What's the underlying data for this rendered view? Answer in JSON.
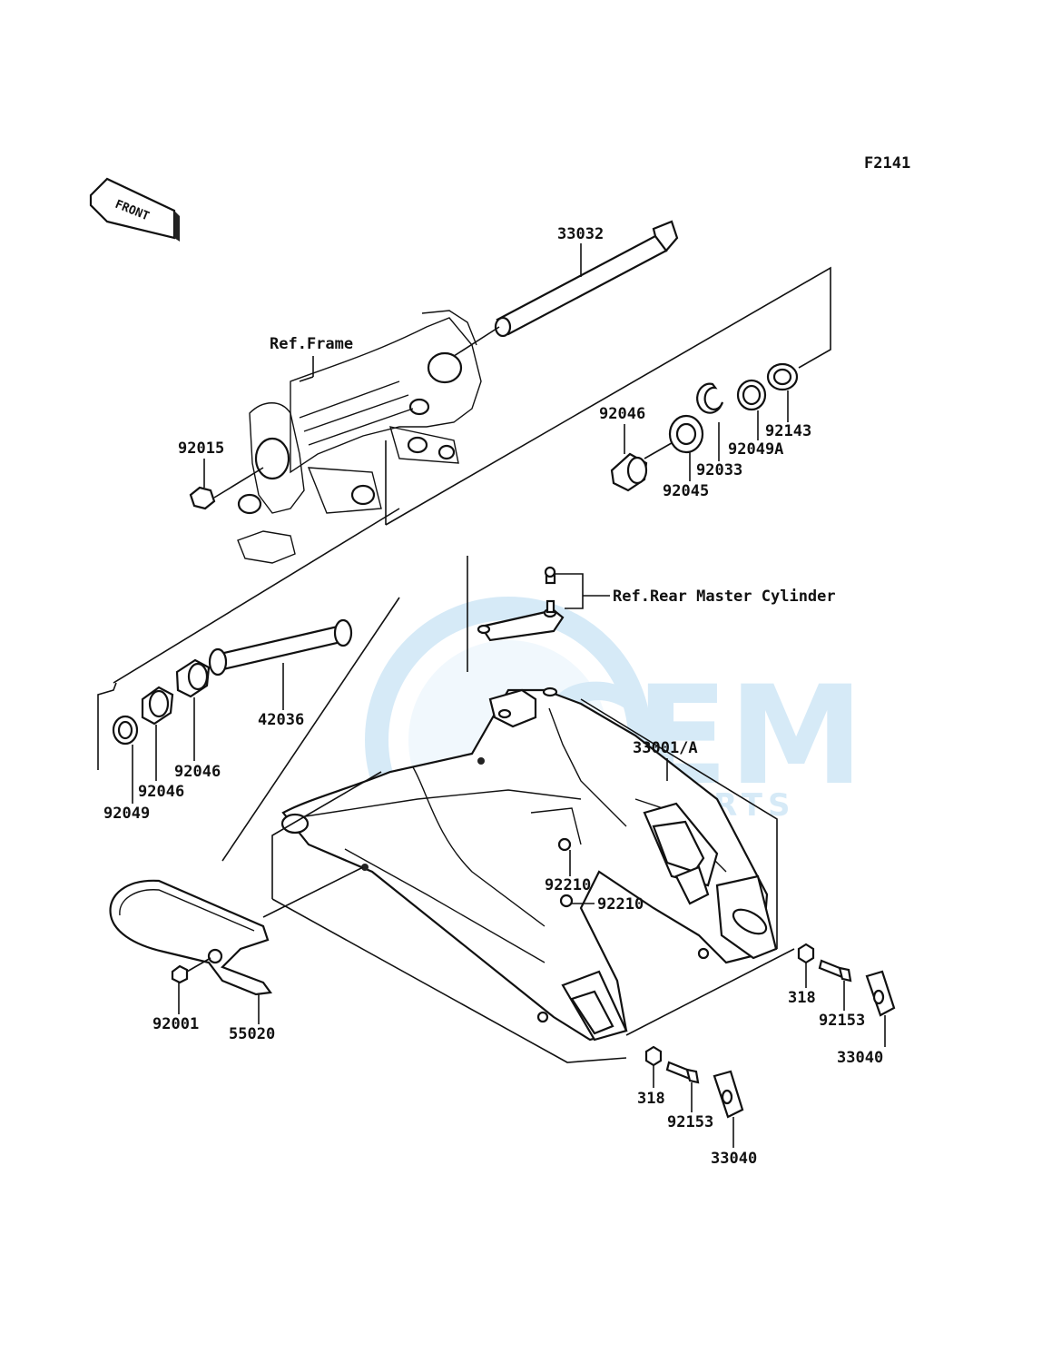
{
  "diagram_code": "F2141",
  "front_arrow_label": "FRONT",
  "ref_frame": "Ref.Frame",
  "ref_rear_master_cylinder": "Ref.Rear Master Cylinder",
  "parts": {
    "p33032": "33032",
    "p92015": "92015",
    "p92046_top": "92046",
    "p92045": "92045",
    "p92033": "92033",
    "p92049A": "92049A",
    "p92143": "92143",
    "p42036": "42036",
    "p92046_mid": "92046",
    "p92046_low": "92046",
    "p92049": "92049",
    "p33001A": "33001/A",
    "p92210_a": "92210",
    "p92210_b": "92210",
    "p92001": "92001",
    "p55020": "55020",
    "p318_right": "318",
    "p92153_right": "92153",
    "p33040_right": "33040",
    "p318_left": "318",
    "p92153_left": "92153",
    "p33040_left": "33040"
  },
  "watermark": {
    "brand": "CEM",
    "sub": "MOTORPARTS",
    "color": "#4aa3dd"
  }
}
